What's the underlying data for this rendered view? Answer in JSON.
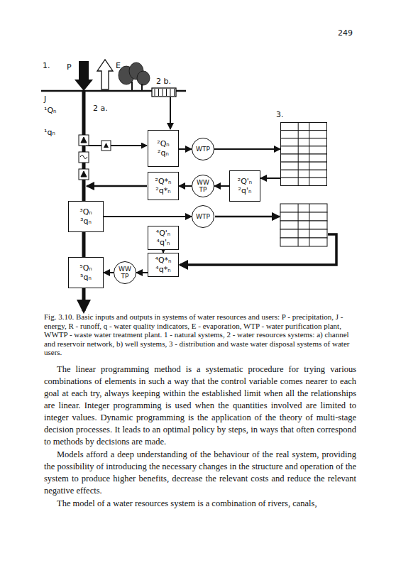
{
  "diagram": {
    "caption": "Fig. 3.10. Basic inputs and outputs in systems of water resources and users: P - precipitation, J - energy, R - runoff, q - water quality indicators, E - evaporation, WTP - water purification plant, WWTP - waste water treatment plant. 1 - natural systems, 2 - water resources systems: a) channel and reservoir network, b) well systems, 3 - distribution and waste water disposal systems of water users.",
    "nodes": [
      {
        "text": [
          "²Qₙ",
          "²qₙ"
        ]
      },
      {
        "text": [
          "WTP"
        ]
      },
      {
        "text": [
          "3."
        ]
      },
      {
        "text": [
          "²Q*ₙ",
          "²q*ₙ"
        ]
      },
      {
        "text": [
          "WW TP"
        ]
      },
      {
        "text": [
          "²Q'ₙ",
          "²q'ₙ"
        ]
      },
      {
        "text": [
          "³Qₙ",
          "³qₙ"
        ]
      },
      {
        "text": [
          "WTP"
        ]
      },
      {
        "text": [
          "⁴Q'ₙ",
          "⁴q'ₙ"
        ]
      },
      {
        "text": [
          "⁴Q*ₙ",
          "⁴q*ₙ"
        ]
      },
      {
        "text": [
          "⁵Qₙ",
          "⁵qₙ"
        ]
      },
      {
        "text": [
          "WW TP"
        ]
      }
    ],
    "edges": [
      {
        "from": 0,
        "to": 1,
        "arrow": "to"
      },
      {
        "from": 1,
        "to": 2,
        "arrow": "to"
      },
      {
        "from": 2,
        "to": 5,
        "arrow": "to"
      },
      {
        "from": 5,
        "to": 4,
        "arrow": "to"
      },
      {
        "from": 4,
        "to": 3,
        "arrow": "to"
      },
      {
        "from": 6,
        "to": 7,
        "arrow": "to"
      },
      {
        "from": 8,
        "to": 9,
        "arrow": "to"
      },
      {
        "from": 9,
        "to": 11,
        "arrow": "to"
      },
      {
        "from": 11,
        "to": 10,
        "arrow": "to"
      }
    ],
    "labels": [
      "249",
      "1.",
      "P",
      "E",
      "2 b.",
      "J",
      "¹Qₙ",
      "2 a.",
      "¹qₙ",
      "The linear programming method is a systematic procedure for trying various combinations of elements in such a way that the control variable comes nearer to each goal at each try, always keeping within the established limit when all the relationships are linear. Integer programming is used when the quantities involved are limited to integer values. Dynamic programming is the application of the theory of multi-stage decision processes. It leads to an optimal policy by steps, in ways that often correspond to methods by decisions are made.",
      "Models afford a deep understanding of the behaviour of the real system, providing the possibility of introducing the necessary changes in the structure and operation of the system to produce higher benefits, decrease the relevant costs and reduce the relevant negative effects.",
      "The model of a water resources system is a combination of rivers, canals,"
    ]
  }
}
